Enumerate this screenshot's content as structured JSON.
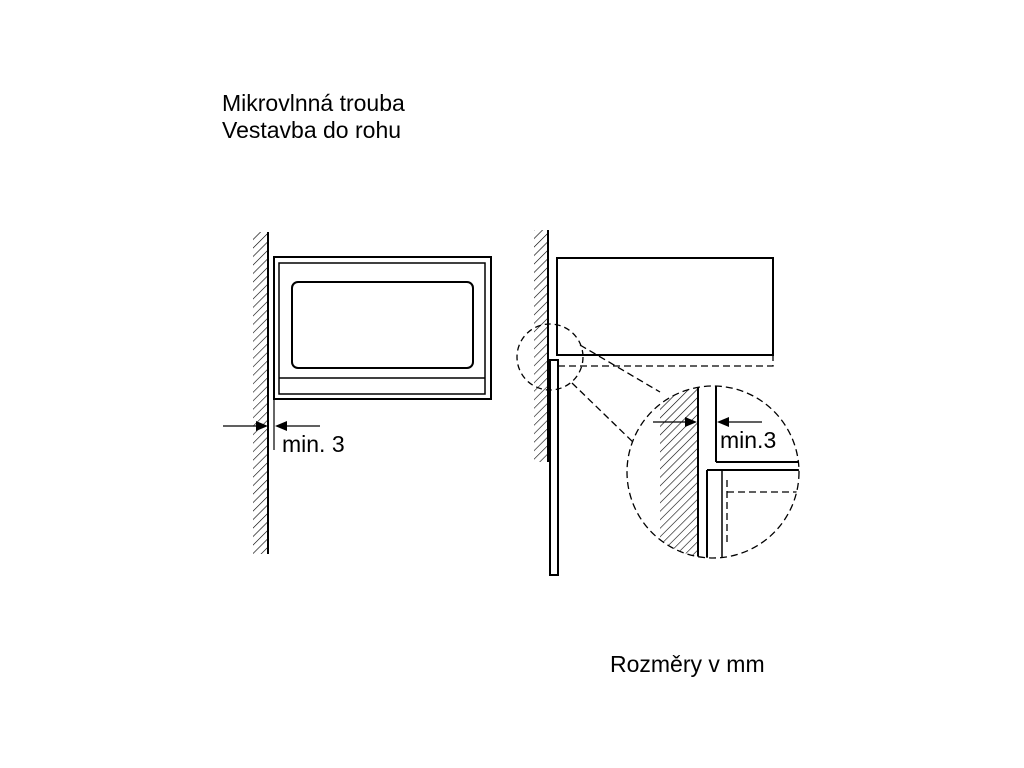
{
  "title": {
    "line1": "Mikrovlnná trouba",
    "line2": "Vestavba do rohu"
  },
  "left_view": {
    "gap_label": "min. 3"
  },
  "detail_view": {
    "gap_label": "min.3"
  },
  "units_note": "Rozměry v mm"
}
